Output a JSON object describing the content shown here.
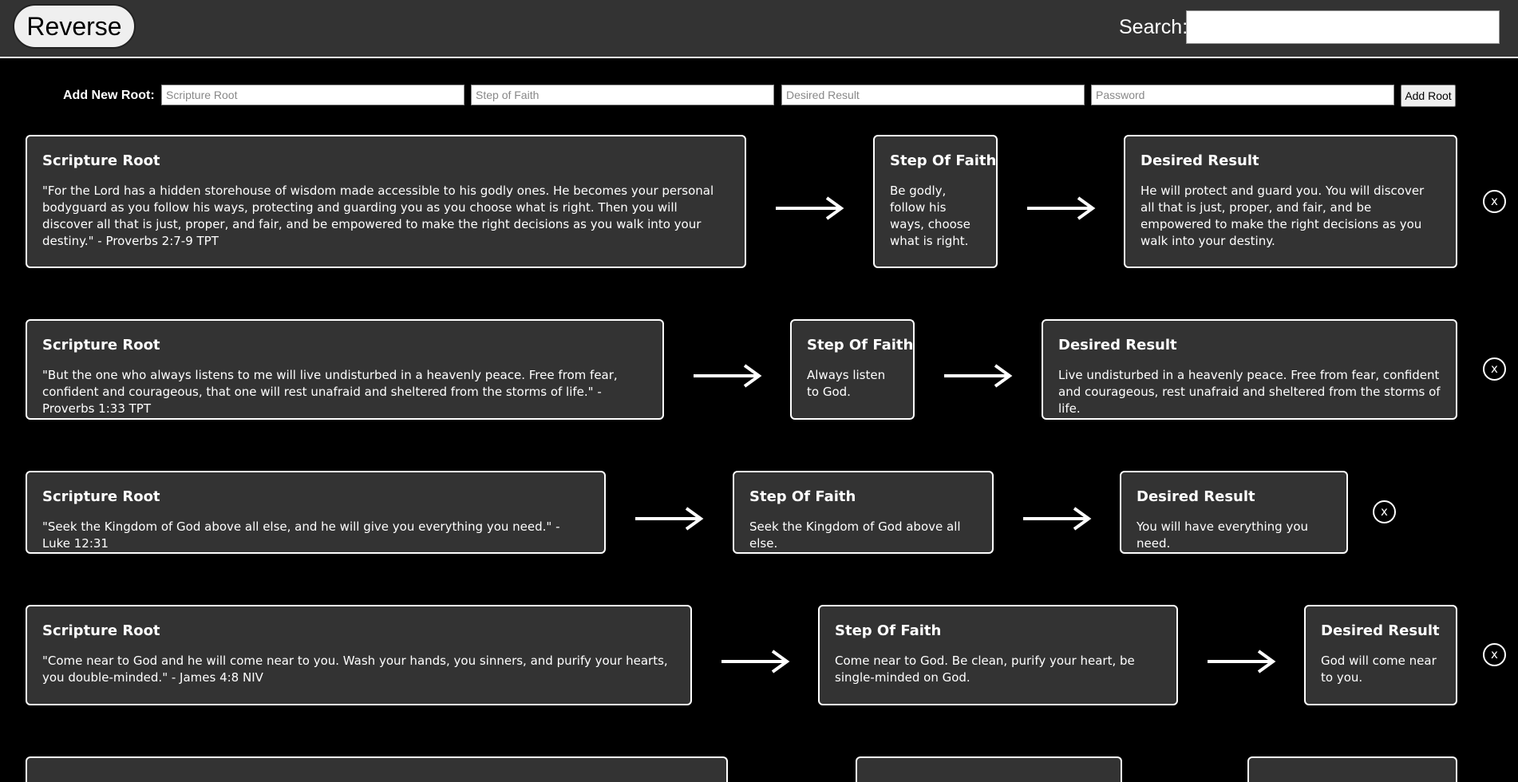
{
  "toolbar": {
    "reverse_label": "Reverse",
    "search_label": "Search:",
    "search_value": ""
  },
  "add_root": {
    "label": "Add New Root:",
    "scripture_placeholder": "Scripture Root",
    "step_placeholder": "Step of Faith",
    "result_placeholder": "Desired Result",
    "password_placeholder": "Password",
    "button_label": "Add Root"
  },
  "card_titles": {
    "root": "Scripture Root",
    "step": "Step Of Faith",
    "result": "Desired Result"
  },
  "delete_label": "x",
  "roots": [
    {
      "scripture": "\"For the Lord has a hidden storehouse of wisdom made accessible to his godly ones. He becomes your personal bodyguard as you follow his ways, protecting and guarding you as you choose what is right. Then you will discover all that is just, proper, and fair, and be empowered to make the right decisions as you walk into your destiny.\" - Proverbs 2:7-9 TPT",
      "step": "Be godly, follow his ways, choose what is right.",
      "result": "He will protect and guard you. You will discover all that is just, proper, and fair, and be empowered to make the right decisions as you walk into your destiny."
    },
    {
      "scripture": "\"But the one who always listens to me will live undisturbed in a heavenly peace. Free from fear, confident and courageous, that one will rest unafraid and sheltered from the storms of life.\" - Proverbs 1:33 TPT",
      "step": "Always listen to God.",
      "result": "Live undisturbed in a heavenly peace. Free from fear, confident and courageous, rest unafraid and sheltered from the storms of life."
    },
    {
      "scripture": "\"Seek the Kingdom of God above all else, and he will give you everything you need.\" - Luke 12:31",
      "step": "Seek the Kingdom of God above all else.",
      "result": "You will have everything you need."
    },
    {
      "scripture": "\"Come near to God and he will come near to you. Wash your hands, you sinners, and purify your hearts, you double-minded.\" - James 4:8 NIV",
      "step": "Come near to God. Be clean, purify your heart, be single-minded on God.",
      "result": "God will come near to you."
    },
    {
      "scripture": "",
      "step": "",
      "result": ""
    }
  ]
}
